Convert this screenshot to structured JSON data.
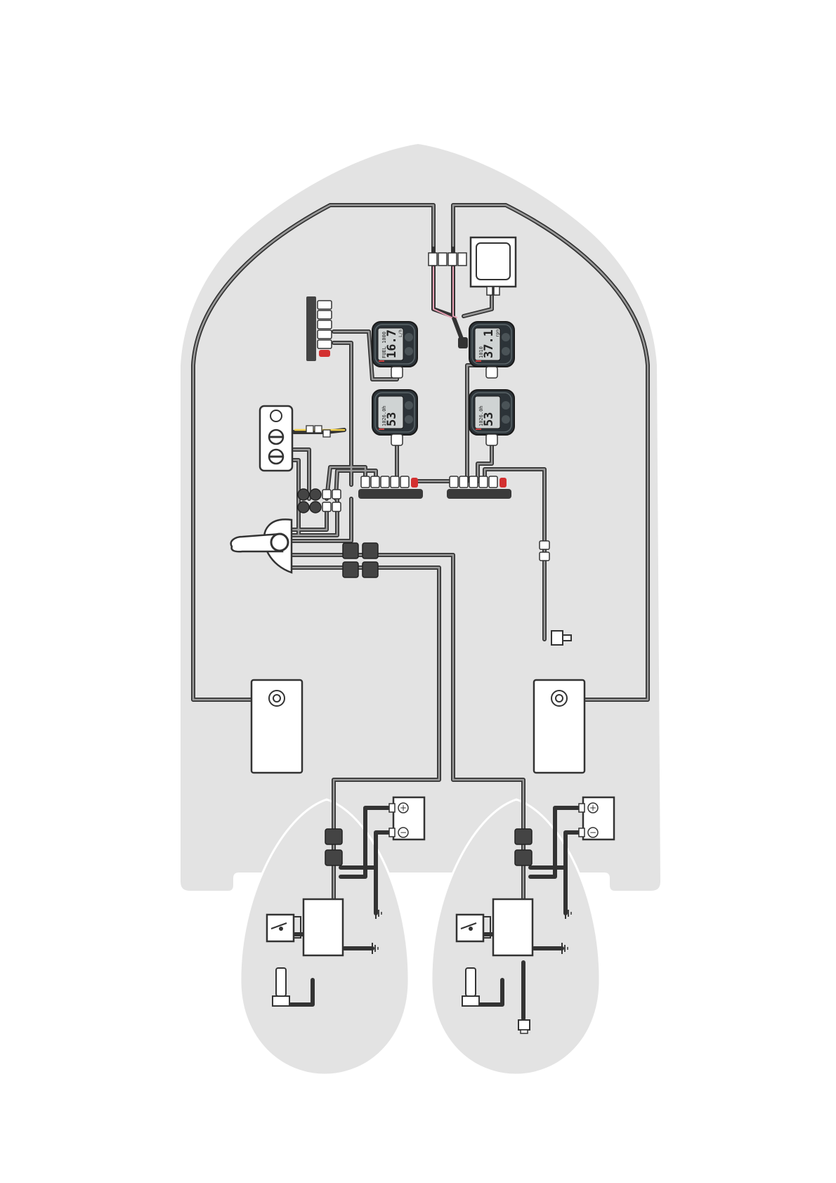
{
  "diagram": {
    "title": "",
    "colors": {
      "hull": "#e3e3e3",
      "wire": "#333333",
      "wire_fill": "#9a9a9a",
      "connector": "#555555",
      "gauge_body": "#2c3338",
      "gauge_screen": "#cfd3d3",
      "power_wire": "#e8a0b4",
      "signal_wire": "#f2d04a",
      "fuse_red": "#d33030"
    },
    "gauges": [
      {
        "name": "gauge-top-left",
        "readout": "16.7",
        "sub1": "FUEL 1000",
        "sub2": "L/h"
      },
      {
        "name": "gauge-top-right",
        "readout": "37.1",
        "sub1": "1010",
        "sub2": "rpm"
      },
      {
        "name": "gauge-mid-left",
        "readout": "53",
        "sub1": "1026.0h",
        "sub2": ""
      },
      {
        "name": "gauge-mid-right",
        "readout": "53",
        "sub1": "1026.0h",
        "sub2": ""
      }
    ],
    "battery_symbols": {
      "plus": "+",
      "minus": "−"
    },
    "icons": [
      "fuel-tank-sender-icon",
      "ignition-switch-icon",
      "throttle-lever-icon",
      "battery-icon",
      "ground-icon",
      "engine-ecu-icon",
      "trim-switch-icon",
      "speed-sensor-icon"
    ]
  }
}
